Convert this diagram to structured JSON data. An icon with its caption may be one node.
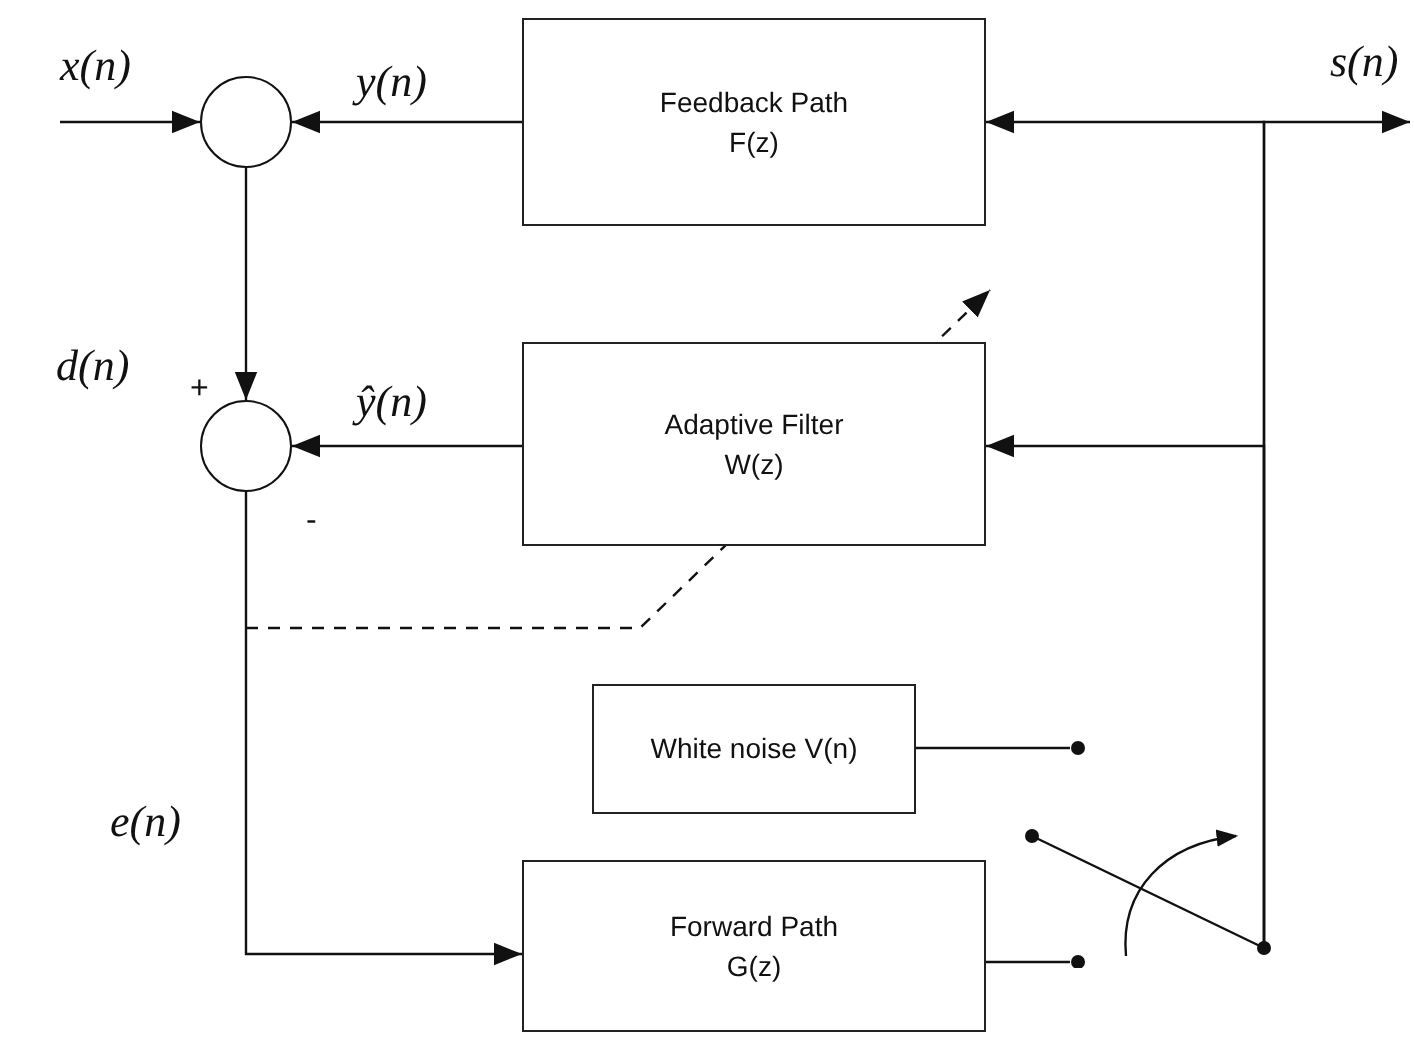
{
  "diagram": {
    "nodes": [
      {
        "text": [],
        "shape": "circle"
      },
      {
        "text": [
          "Feedback Path F(z)"
        ]
      },
      {
        "text": [],
        "shape": "circle"
      },
      {
        "text": [
          "Adaptive Filter W(z)"
        ]
      },
      {
        "text": [
          "White noise V(n)"
        ]
      },
      {
        "text": [
          "Forward Path G(z)"
        ]
      },
      {
        "text": [],
        "shape": "switch"
      }
    ],
    "edges": [
      {
        "from": null,
        "to": 0,
        "arrow": "to",
        "label": "x(n)"
      },
      {
        "from": 1,
        "to": 0,
        "arrow": "to",
        "label": "y(n)"
      },
      {
        "from": 0,
        "to": 2,
        "arrow": "to",
        "label": "d(n)"
      },
      {
        "from": 3,
        "to": 2,
        "arrow": "to",
        "label": "ŷ(n)"
      },
      {
        "from": 2,
        "to": 5,
        "arrow": "to",
        "label": "e(n)"
      },
      {
        "from": null,
        "to": 3,
        "arrow": "to",
        "style": "dashed"
      },
      {
        "from": 4,
        "to": 6,
        "arrow": "none"
      },
      {
        "from": 5,
        "to": 6,
        "arrow": "none"
      },
      {
        "from": 6,
        "to": 1,
        "arrow": "to"
      },
      {
        "from": 6,
        "to": 3,
        "arrow": "to"
      },
      {
        "from": 6,
        "to": null,
        "arrow": "to",
        "label": "s(n)"
      }
    ],
    "labels": [
      "+",
      "-"
    ]
  }
}
